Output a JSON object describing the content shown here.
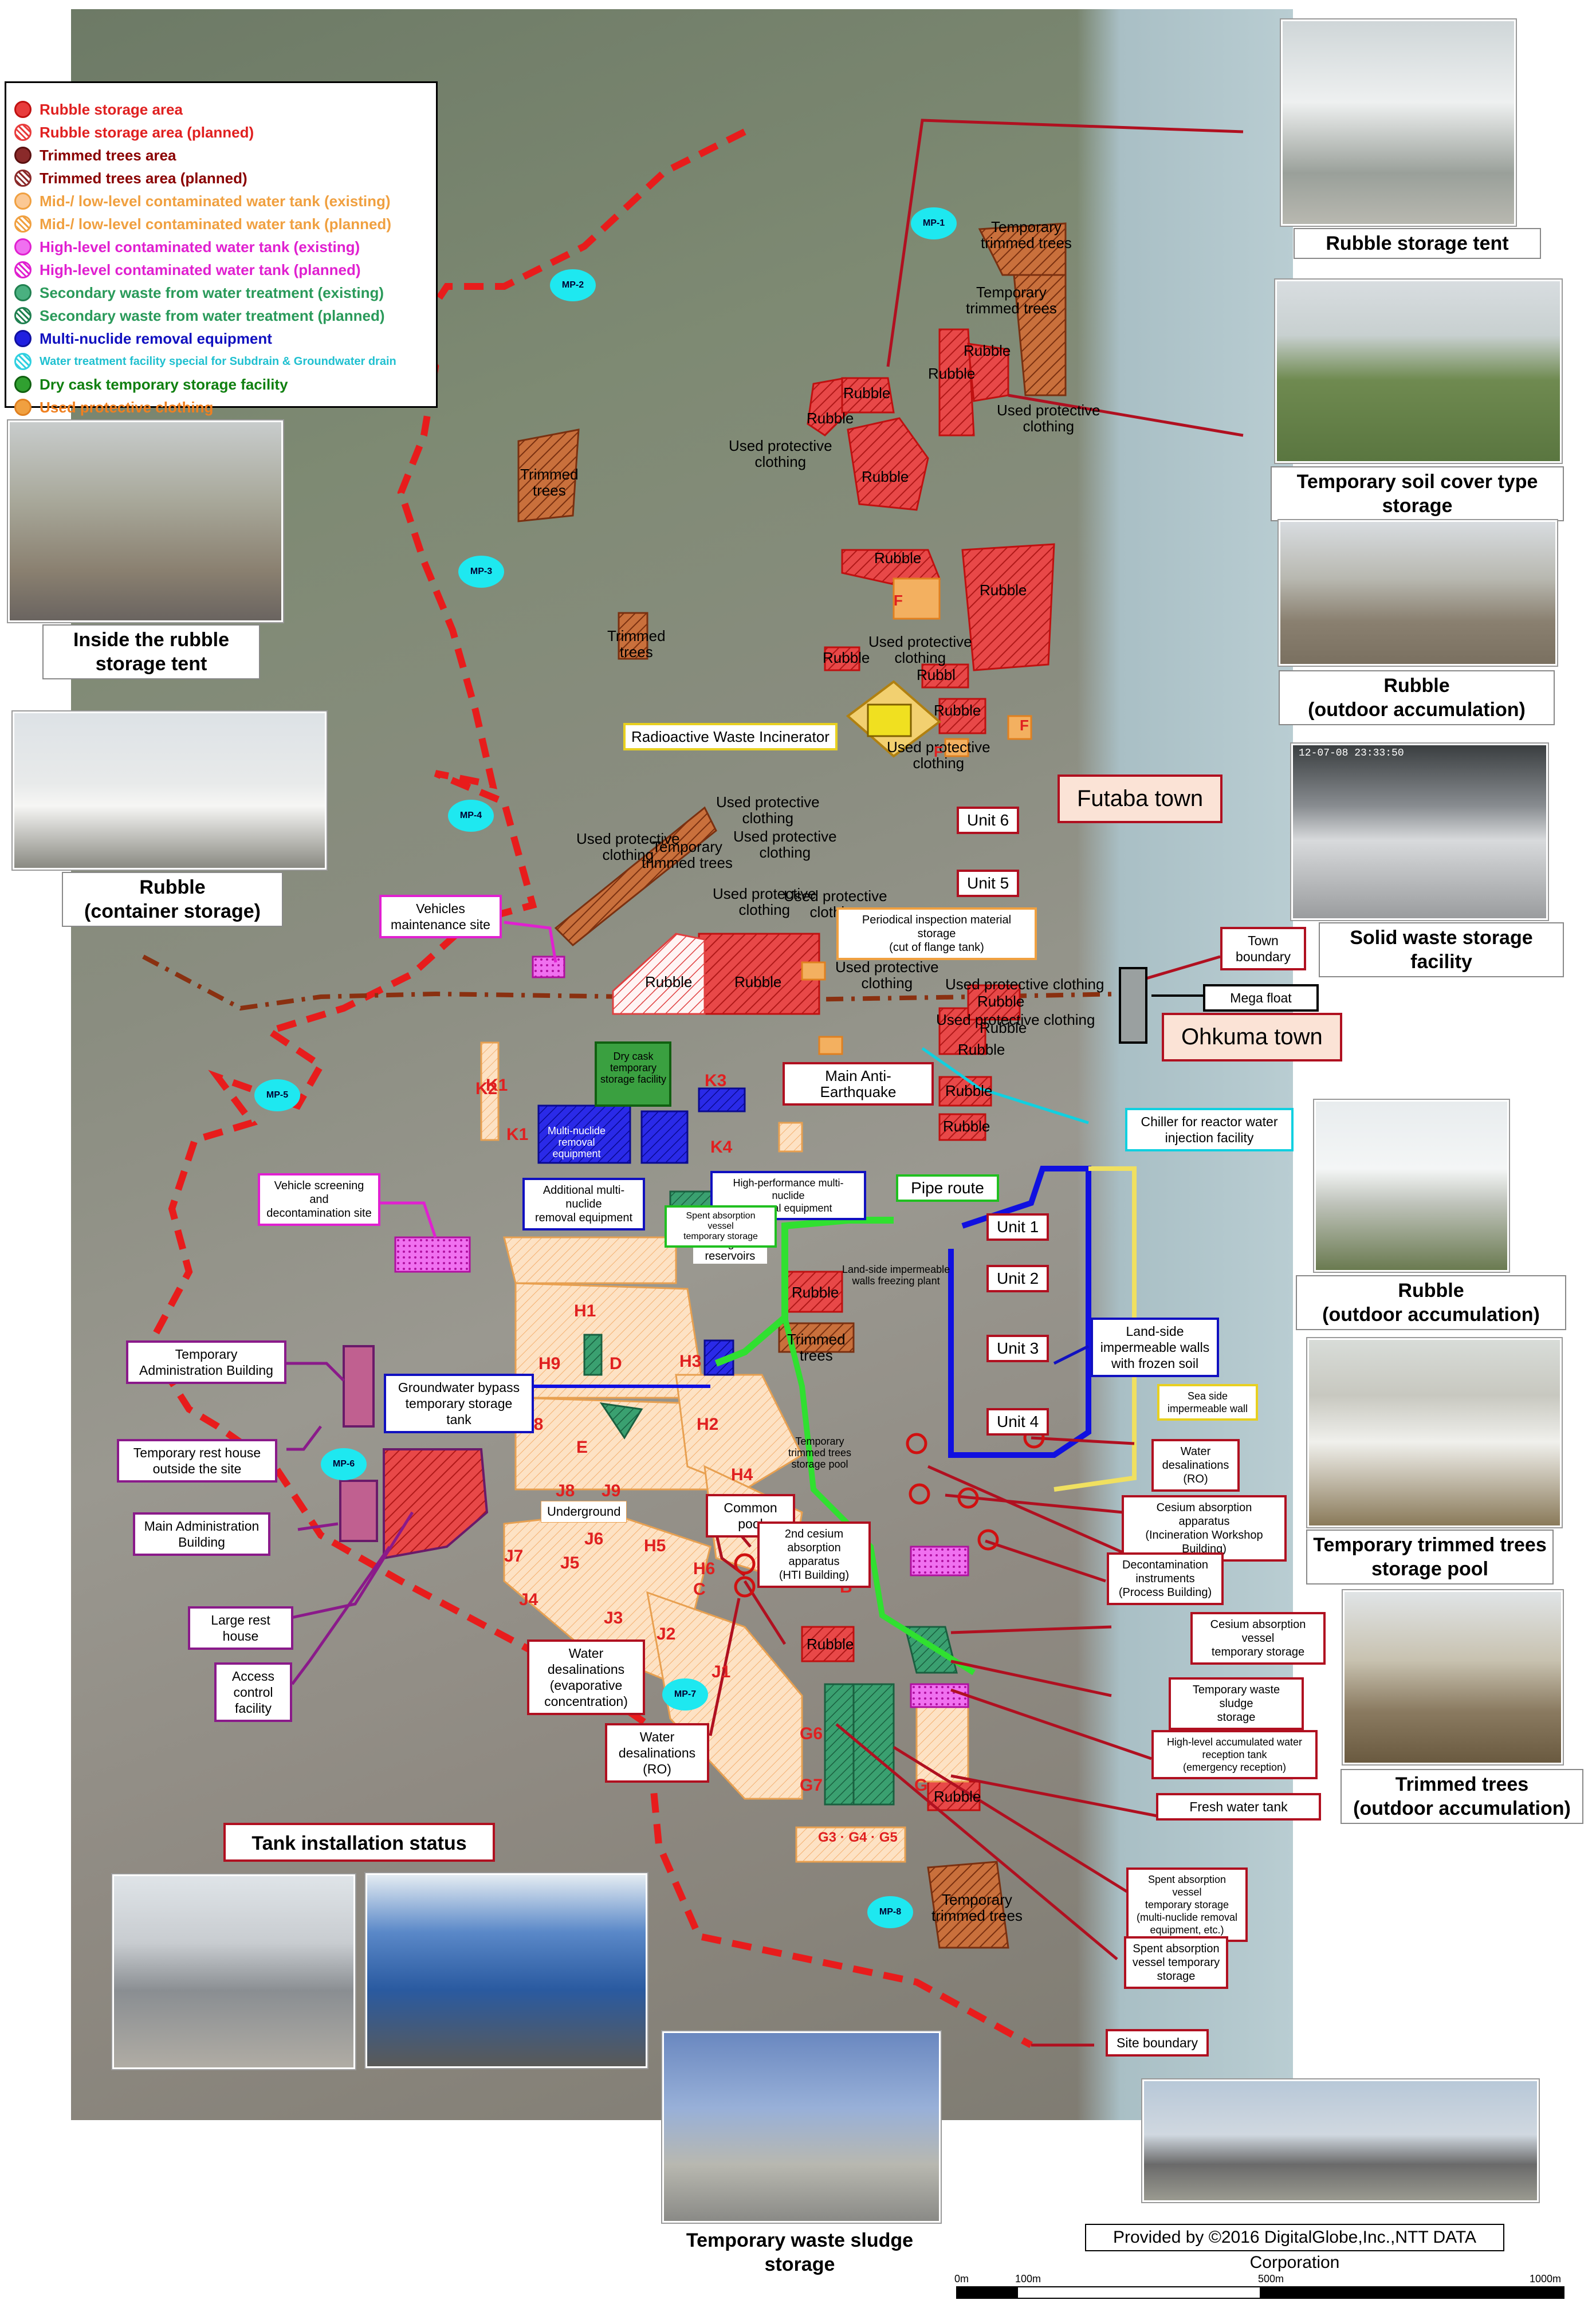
{
  "legend": [
    {
      "label": "Rubble storage area",
      "fill": "#e83c3c",
      "stroke": "#c01010",
      "text": "#e02020",
      "hatch": false
    },
    {
      "label": "Rubble storage area (planned)",
      "fill": "#ffffff",
      "stroke": "#e83c3c",
      "text": "#e02020",
      "hatch": true
    },
    {
      "label": "Trimmed trees area",
      "fill": "#8a2a2a",
      "stroke": "#5a1010",
      "text": "#8a0000",
      "hatch": false
    },
    {
      "label": "Trimmed trees area (planned)",
      "fill": "#ffffff",
      "stroke": "#8a2a2a",
      "text": "#8a0000",
      "hatch": true
    },
    {
      "label": "Mid-/ low-level contaminated water tank (existing)",
      "fill": "#fbc894",
      "stroke": "#f0a040",
      "text": "#f0a040",
      "hatch": false
    },
    {
      "label": "Mid-/ low-level contaminated water tank (planned)",
      "fill": "#ffffff",
      "stroke": "#f0a040",
      "text": "#f0a040",
      "hatch": true
    },
    {
      "label": "High-level contaminated water tank (existing)",
      "fill": "#f070f0",
      "stroke": "#e020d0",
      "text": "#e020d0",
      "hatch": false
    },
    {
      "label": "High-level contaminated water tank (planned)",
      "fill": "#ffffff",
      "stroke": "#e020d0",
      "text": "#e020d0",
      "hatch": true
    },
    {
      "label": "Secondary waste from water treatment (existing)",
      "fill": "#4ab080",
      "stroke": "#208050",
      "text": "#2a9a5a",
      "hatch": false
    },
    {
      "label": "Secondary waste from water treatment (planned)",
      "fill": "#ffffff",
      "stroke": "#208050",
      "text": "#2a9a5a",
      "hatch": true
    },
    {
      "label": "Multi-nuclide removal equipment",
      "fill": "#2020e0",
      "stroke": "#1010a0",
      "text": "#1010c0",
      "hatch": false
    },
    {
      "label": "Water treatment facility special for Subdrain & Groundwater drain",
      "fill": "#ffffff",
      "stroke": "#30d0e0",
      "text": "#20c0d0",
      "hatch": true
    },
    {
      "label": "Dry cask temporary storage facility",
      "fill": "#30a030",
      "stroke": "#106010",
      "text": "#108010",
      "hatch": false
    },
    {
      "label": "Used protective clothing",
      "fill": "#f0a040",
      "stroke": "#e08020",
      "text": "#f08020",
      "hatch": false
    }
  ],
  "photos": {
    "rubble_tent": "Rubble storage tent",
    "soil_cover": "Temporary soil cover type storage",
    "rubble_outdoor_1": "Rubble\n(outdoor accumulation)",
    "solid_waste": "Solid waste storage facility",
    "inside_tent": "Inside the rubble\nstorage tent",
    "rubble_container": "Rubble\n(container storage)",
    "rubble_outdoor_2": "Rubble\n(outdoor accumulation)",
    "trimmed_pool": "Temporary trimmed trees\nstorage pool",
    "trimmed_outdoor": "Trimmed trees\n(outdoor accumulation)",
    "sludge": "Temporary waste sludge storage",
    "tank_status": "Tank installation status",
    "timestamp": "12-07-08  23:33:50"
  },
  "callouts": {
    "incinerator": "Radioactive Waste Incinerator",
    "vehicles_maint": "Vehicles\nmaintenance site",
    "periodical": "Periodical inspection material storage\n(cut of flange tank)",
    "town_boundary": "Town\nboundary",
    "mega_float": "Mega float",
    "anti_eq": "Main Anti-Earthquake",
    "chiller": "Chiller  for reactor water\ninjection facility",
    "vehicle_screen": "Vehicle screening and\ndecontamination site",
    "add_mn": "Additional multi-nuclide\nremoval equipment",
    "hp_mn": "High-performance multi-nuclide\nremoval equipment",
    "pipe_route": "Pipe route",
    "spent_vessel_top": "Spent absorption vessel\ntemporary storage",
    "underground_res": "Underground\nreservoirs",
    "landside_frozen": "Land-side\nimpermeable walls\nwith frozen soil",
    "freezing_plant": "Land-side impermeable\nwalls freezing plant",
    "sea_wall": "Sea side\nimpermeable wall",
    "temp_admin": "Temporary\nAdministration Building",
    "gw_bypass": "Groundwater bypass\ntemporary storage tank",
    "temp_rest": "Temporary rest house\noutside the site",
    "main_admin": "Main Administration\nBuilding",
    "large_rest": "Large rest house",
    "access": "Access\ncontrol facility",
    "water_desal_ro_right": "Water\ndesalinations\n(RO)",
    "cesium_incin": "Cesium absorption apparatus\n(Incineration Workshop\nBuilding)",
    "decon": "Decontamination\ninstruments\n(Process Building)",
    "common_pool": "Common pool",
    "cesium2": "2nd cesium\nabsorption apparatus\n(HTI Building)",
    "cesium_vessel": "Cesium absorption vessel\ntemporary storage",
    "temp_sludge": "Temporary waste sludge\nstorage",
    "hl_accum": "High-level accumulated water\nreception tank\n(emergency reception)",
    "fresh_water": "Fresh water tank",
    "water_desal_evap": "Water desalinations\n(evaporative\nconcentration)",
    "water_desal_ro": "Water\ndesalinations\n(RO)",
    "spent_multi": "Spent absorption vessel\ntemporary storage\n(multi-nuclide removal\nequipment, etc.)",
    "spent_vessel": "Spent absorption\nvessel temporary\nstorage",
    "site_boundary": "Site boundary",
    "underground": "Underground",
    "mn_removal": "Multi-nuclide\nremoval\nequipment",
    "dry_cask": "Dry cask\ntemporary\nstorage facility",
    "temp_trimmed_pool": "Temporary\ntrimmed trees\nstorage pool"
  },
  "towns": {
    "futaba": "Futaba town",
    "ohkuma": "Ohkuma town"
  },
  "units": [
    "Unit 6",
    "Unit 5",
    "Unit 1",
    "Unit 2",
    "Unit 3",
    "Unit 4"
  ],
  "monitoring_posts": [
    "MP-1",
    "MP-2",
    "MP-3",
    "MP-4",
    "MP-5",
    "MP-6",
    "MP-7",
    "MP-8"
  ],
  "area_labels": {
    "rubble": "Rubble",
    "used_clothing": "Used protective\nclothing",
    "trimmed": "Trimmed\ntrees",
    "temp_trimmed": "Temporary\ntrimmed trees",
    "used_clothing_line": "Used protective clothing",
    "rubbl": "Rubbl",
    "f": "F"
  },
  "tanks": [
    "K1",
    "K2",
    "K3",
    "K4",
    "H1",
    "H2",
    "H3",
    "H4",
    "H5",
    "H6",
    "H8",
    "H9",
    "D",
    "E",
    "J1",
    "J2",
    "J3",
    "J4",
    "J5",
    "J6",
    "J7",
    "J8",
    "J9",
    "C",
    "B",
    "G",
    "G6",
    "G7",
    "G3 · G4 · G5"
  ],
  "credit": "Provided by ©2016 DigitalGlobe,Inc.,NTT DATA Corporation",
  "scale": {
    "labels": [
      "0m",
      "100m",
      "500m",
      "1000m"
    ],
    "values": [
      0,
      100,
      500,
      1000
    ],
    "max": 1000
  }
}
